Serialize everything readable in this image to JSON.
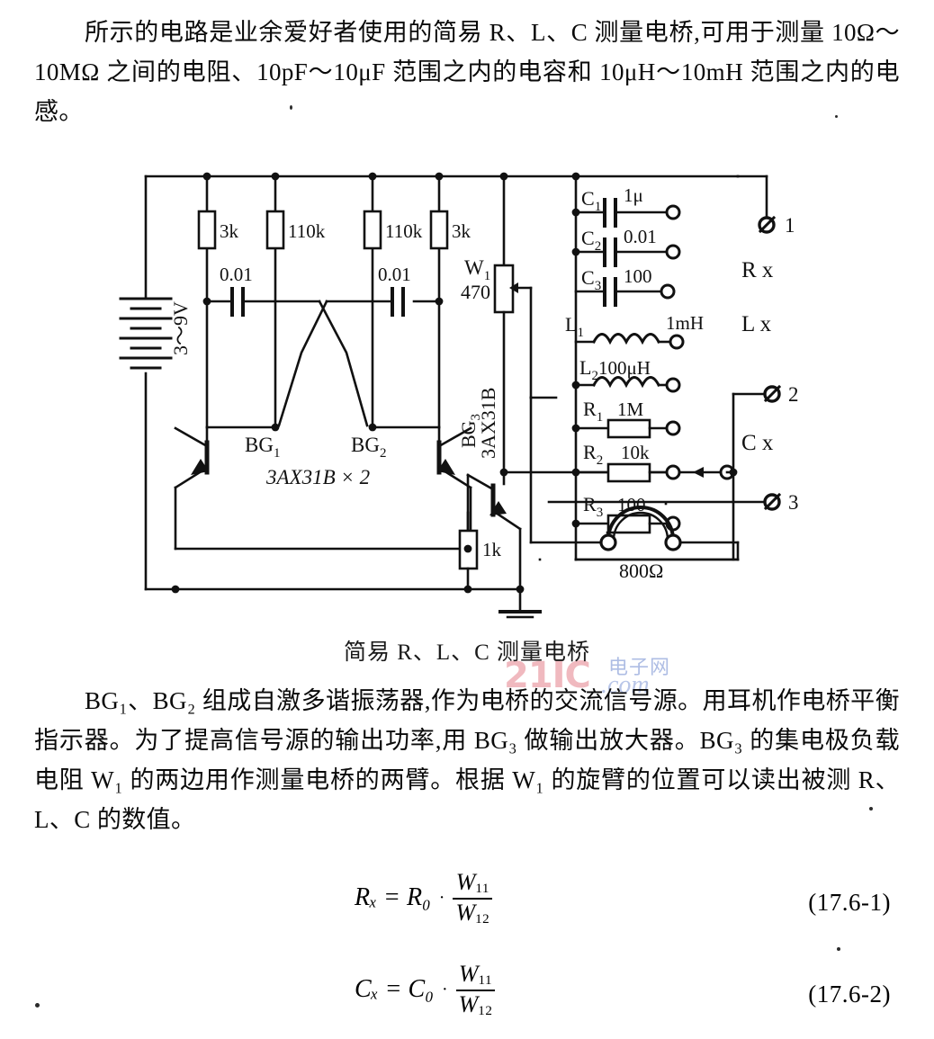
{
  "document": {
    "intro_paragraph": "所示的电路是业余爱好者使用的简易 R、L、C 测量电桥,可用于测量 10Ω～10MΩ 之间的电阻、10pF～10μF 范围之内的电容和 10μH～10mH 范围之内的电感。",
    "figure_caption": "简易 R、L、C 测量电桥",
    "description_paragraph": "BG₁、BG₂ 组成自激多谐振荡器,作为电桥的交流信号源。用耳机作电桥平衡指示器。为了提高信号源的输出功率,用 BG₃ 做输出放大器。BG₃ 的集电极负载电阻 W₁ 的两边用作测量电桥的两臂。根据 W₁ 的旋臂的位置可以读出被测 R、L、C 的数值。"
  },
  "formulas": [
    {
      "id": "17.6-1",
      "lhs": "Rₓ = R₀",
      "dot": "·",
      "numerator": "W",
      "numerator_sub": "11",
      "denominator": "W",
      "denominator_sub": "12",
      "number_label": "(17.6-1)"
    },
    {
      "id": "17.6-2",
      "lhs": "Cₓ = C₀",
      "dot": "·",
      "numerator": "W",
      "numerator_sub": "11",
      "denominator": "W",
      "denominator_sub": "12",
      "number_label": "(17.6-2)"
    }
  ],
  "circuit": {
    "power_supply": {
      "label": "3～9V",
      "type": "battery"
    },
    "resistors_top": [
      {
        "name": "R-3k-left",
        "label": "3k"
      },
      {
        "name": "R-110k-left",
        "label": "110k"
      },
      {
        "name": "R-110k-right",
        "label": "110k"
      },
      {
        "name": "R-3k-right",
        "label": "3k"
      }
    ],
    "coupling_caps": [
      {
        "name": "C-0.01-left",
        "label": "0.01"
      },
      {
        "name": "C-0.01-right",
        "label": "0.01"
      }
    ],
    "transistors": [
      {
        "name": "BG1",
        "label": "BG",
        "sub": "1"
      },
      {
        "name": "BG2",
        "label": "BG",
        "sub": "2"
      },
      {
        "name": "BG3",
        "label": "BG",
        "sub": "3",
        "type_label": "3AX31B"
      }
    ],
    "transistor_type_note": "3AX31B × 2",
    "potentiometer": {
      "label": "W",
      "sub": "1",
      "value": "470"
    },
    "emitter_resistor": {
      "label": "1k"
    },
    "standard_capacitors": [
      {
        "ref": "C",
        "sub": "1",
        "value": "1μ"
      },
      {
        "ref": "C",
        "sub": "2",
        "value": "0.01"
      },
      {
        "ref": "C",
        "sub": "3",
        "value": "100"
      }
    ],
    "standard_inductors": [
      {
        "ref": "L",
        "sub": "1",
        "value": "1mH"
      },
      {
        "ref": "L",
        "sub": "2",
        "value": "100μH"
      }
    ],
    "standard_resistors": [
      {
        "ref": "R",
        "sub": "1",
        "value": "1M"
      },
      {
        "ref": "R",
        "sub": "2",
        "value": "10k"
      },
      {
        "ref": "R",
        "sub": "3",
        "value": "100"
      }
    ],
    "headphone": {
      "label": "800Ω"
    },
    "terminals": [
      {
        "name": "terminal-1",
        "label": "1"
      },
      {
        "name": "terminal-2",
        "label": "2"
      },
      {
        "name": "terminal-3",
        "label": "3"
      }
    ],
    "measure_labels": [
      {
        "name": "label-rx",
        "text": "R x"
      },
      {
        "name": "label-lx",
        "text": "L x"
      },
      {
        "name": "label-cx",
        "text": "C x"
      }
    ]
  },
  "watermark": {
    "main": "21IC",
    "dotcom": ".com",
    "chinese": "电子网",
    "color_main": "#f0b6bc",
    "color_secondary": "#aebde4"
  }
}
